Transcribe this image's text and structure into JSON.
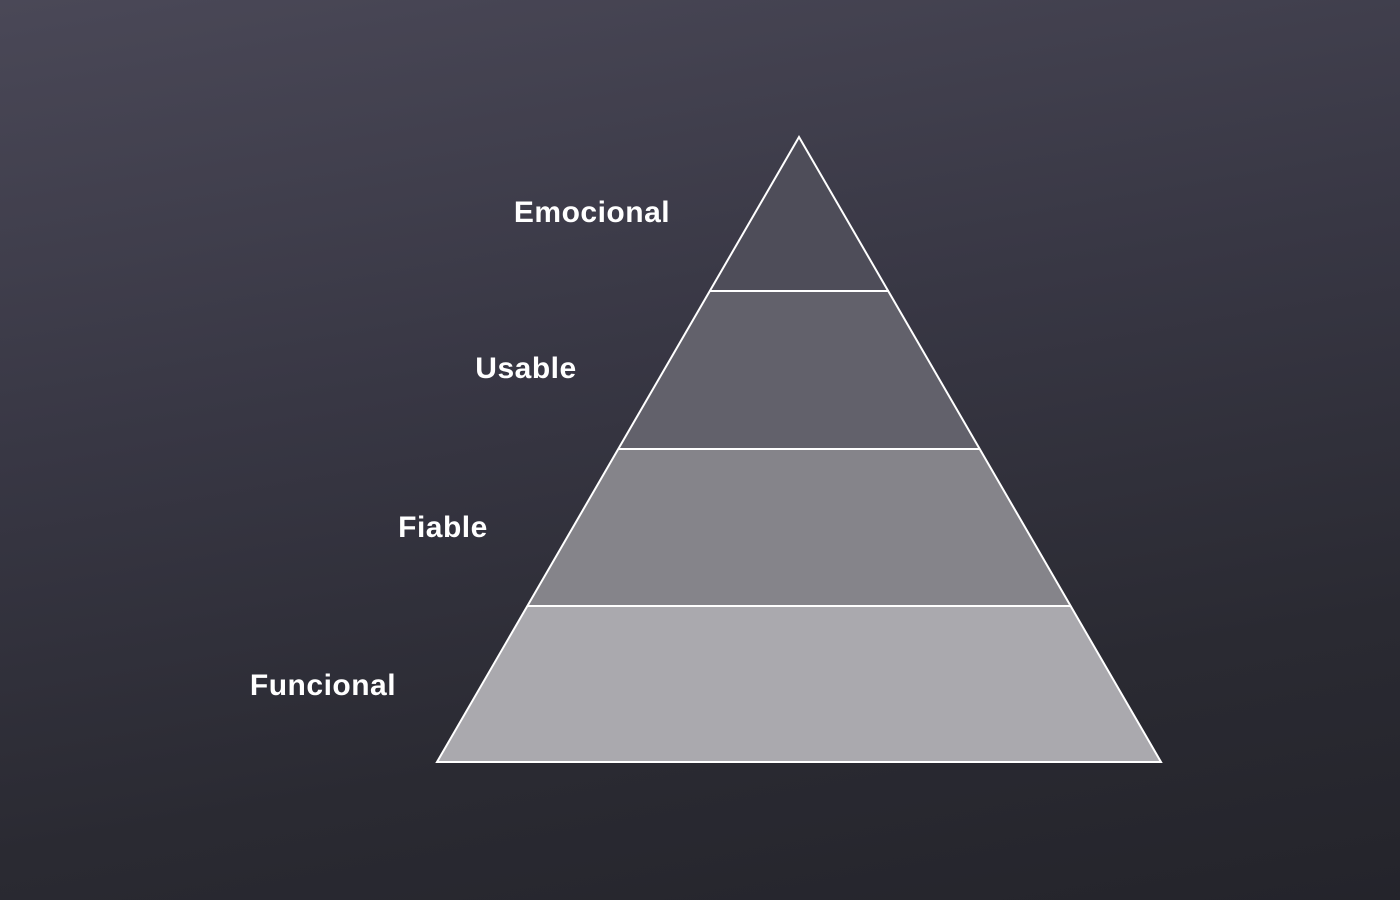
{
  "diagram": {
    "layers": [
      {
        "label": "Emocional",
        "fill": "#4e4d59"
      },
      {
        "label": "Usable",
        "fill": "#62616b"
      },
      {
        "label": "Fiable",
        "fill": "#85848a"
      },
      {
        "label": "Funcional",
        "fill": "#aaa9ae"
      }
    ],
    "outline_color": "#ffffff",
    "divider_color": "#8a8994"
  }
}
